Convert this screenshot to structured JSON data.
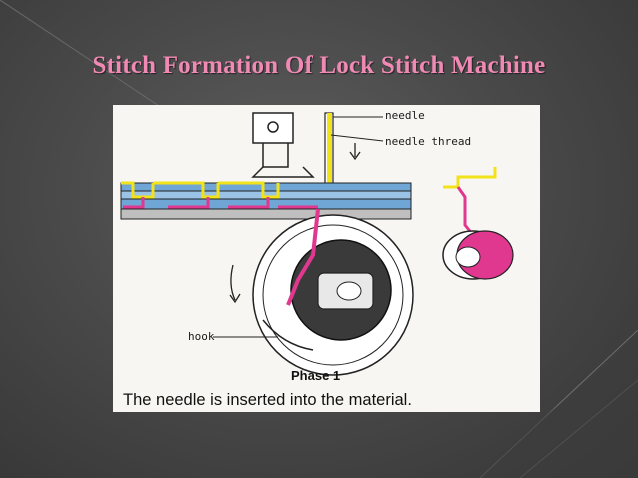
{
  "slide": {
    "title": "Stitch Formation Of Lock Stitch Machine"
  },
  "figure": {
    "labels": {
      "needle": "needle",
      "needle_thread": "needle thread",
      "hook": "hook"
    },
    "phase": "Phase 1",
    "caption": "The needle is inserted into the material."
  },
  "colors": {
    "title": "#f08ab4",
    "thread_pink": "#e0378f",
    "thread_yellow": "#f2e21a",
    "fabric_blue": "#6fa6d6",
    "background": "#4a4a4a"
  }
}
